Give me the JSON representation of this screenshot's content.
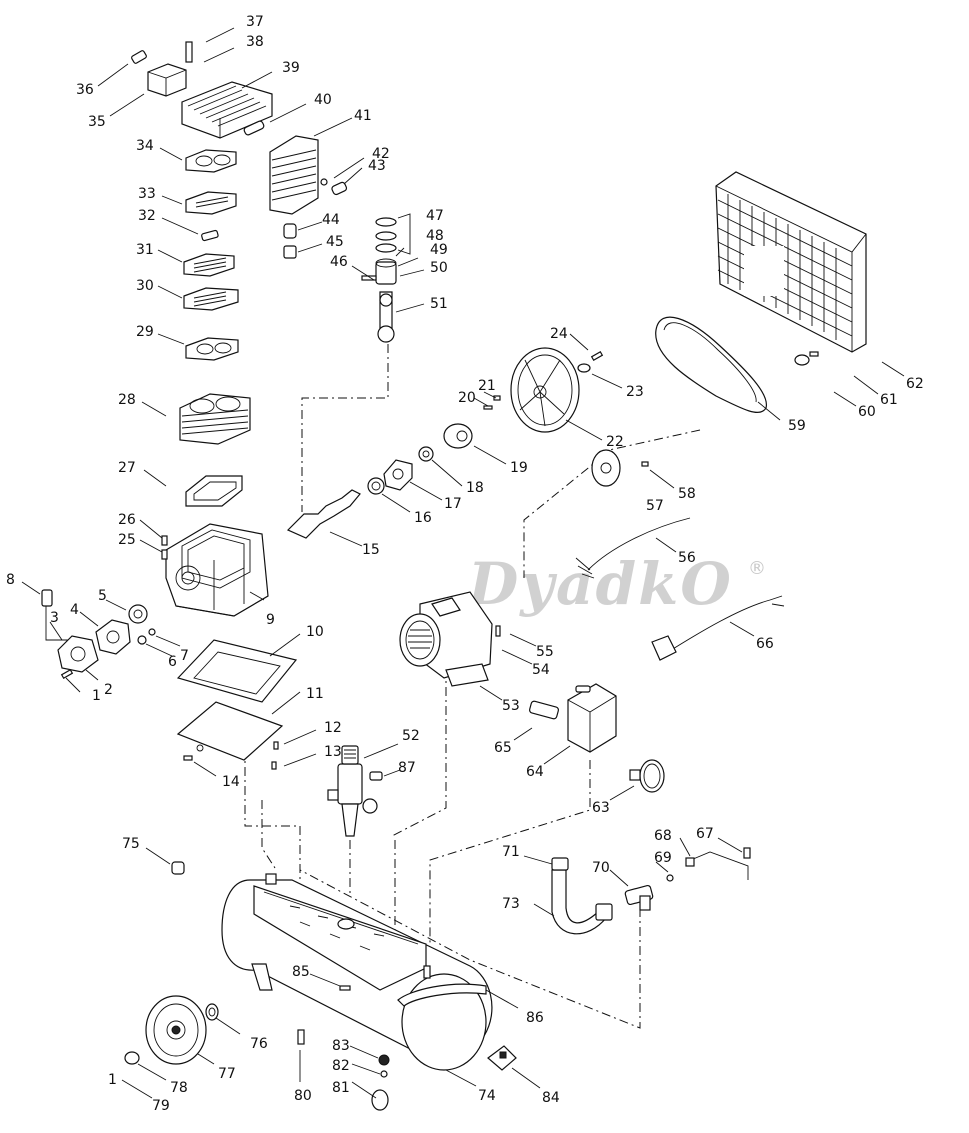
{
  "watermark": {
    "text": "DyadkO",
    "mark": "®"
  },
  "part_labels": [
    "1",
    "2",
    "3",
    "4",
    "5",
    "6",
    "7",
    "8",
    "9",
    "10",
    "11",
    "12",
    "13",
    "14",
    "15",
    "16",
    "17",
    "18",
    "19",
    "20",
    "21",
    "22",
    "23",
    "24",
    "25",
    "26",
    "27",
    "28",
    "29",
    "30",
    "31",
    "32",
    "33",
    "34",
    "35",
    "36",
    "37",
    "38",
    "39",
    "40",
    "41",
    "42",
    "43",
    "44",
    "45",
    "46",
    "47",
    "48",
    "49",
    "50",
    "51",
    "52",
    "53",
    "54",
    "55",
    "56",
    "57",
    "58",
    "59",
    "60",
    "61",
    "62",
    "63",
    "64",
    "65",
    "66",
    "67",
    "68",
    "69",
    "70",
    "71",
    "73",
    "74",
    "75",
    "76",
    "77",
    "78",
    "79",
    "80",
    "81",
    "82",
    "83",
    "84",
    "85",
    "86",
    "87"
  ]
}
